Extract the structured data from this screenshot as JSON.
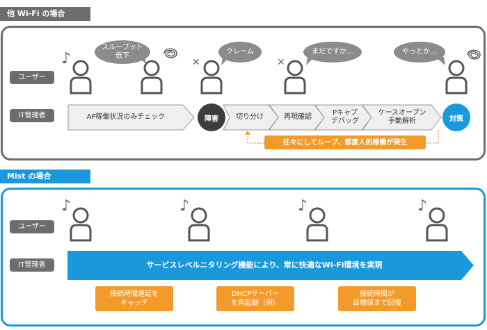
{
  "colors": {
    "gray_panel": "#6d6d6d",
    "blue_panel": "#1a98dc",
    "orange": "#f39a2b",
    "gray_step": "#efefef",
    "dark": "#3d3d3d"
  },
  "top": {
    "title": "他 Wi-Fi の場合",
    "user_label": "ユーザー",
    "it_label": "IT管理者",
    "bubbles": [
      "スループット\n低下",
      "クレーム",
      "まだですか…",
      "やっとか…"
    ],
    "steps": [
      "AP稼働状況のみチェック",
      "障害",
      "切り分け",
      "再現確認",
      "Pキャプ\nデバッグ",
      "ケースオープン\n手動解析",
      "対策"
    ],
    "loop_text": "往々にしてループ、都度人的稼働が発生"
  },
  "bottom": {
    "title": "Mist の場合",
    "user_label": "ユーザー",
    "it_label": "IT管理者",
    "arrow_text": "サービスレベルニタリング機能により、常に快適なWi-Fi環境を実現",
    "boxes": [
      "接続時間遅延を\nキャッチ",
      "DHCPサーバー\nを再起動（例）",
      "接続時間が\n目標値まで回復"
    ]
  },
  "icons": [
    "person-icon",
    "music-note-icon",
    "anger-mark-icon",
    "scribble-icon"
  ]
}
